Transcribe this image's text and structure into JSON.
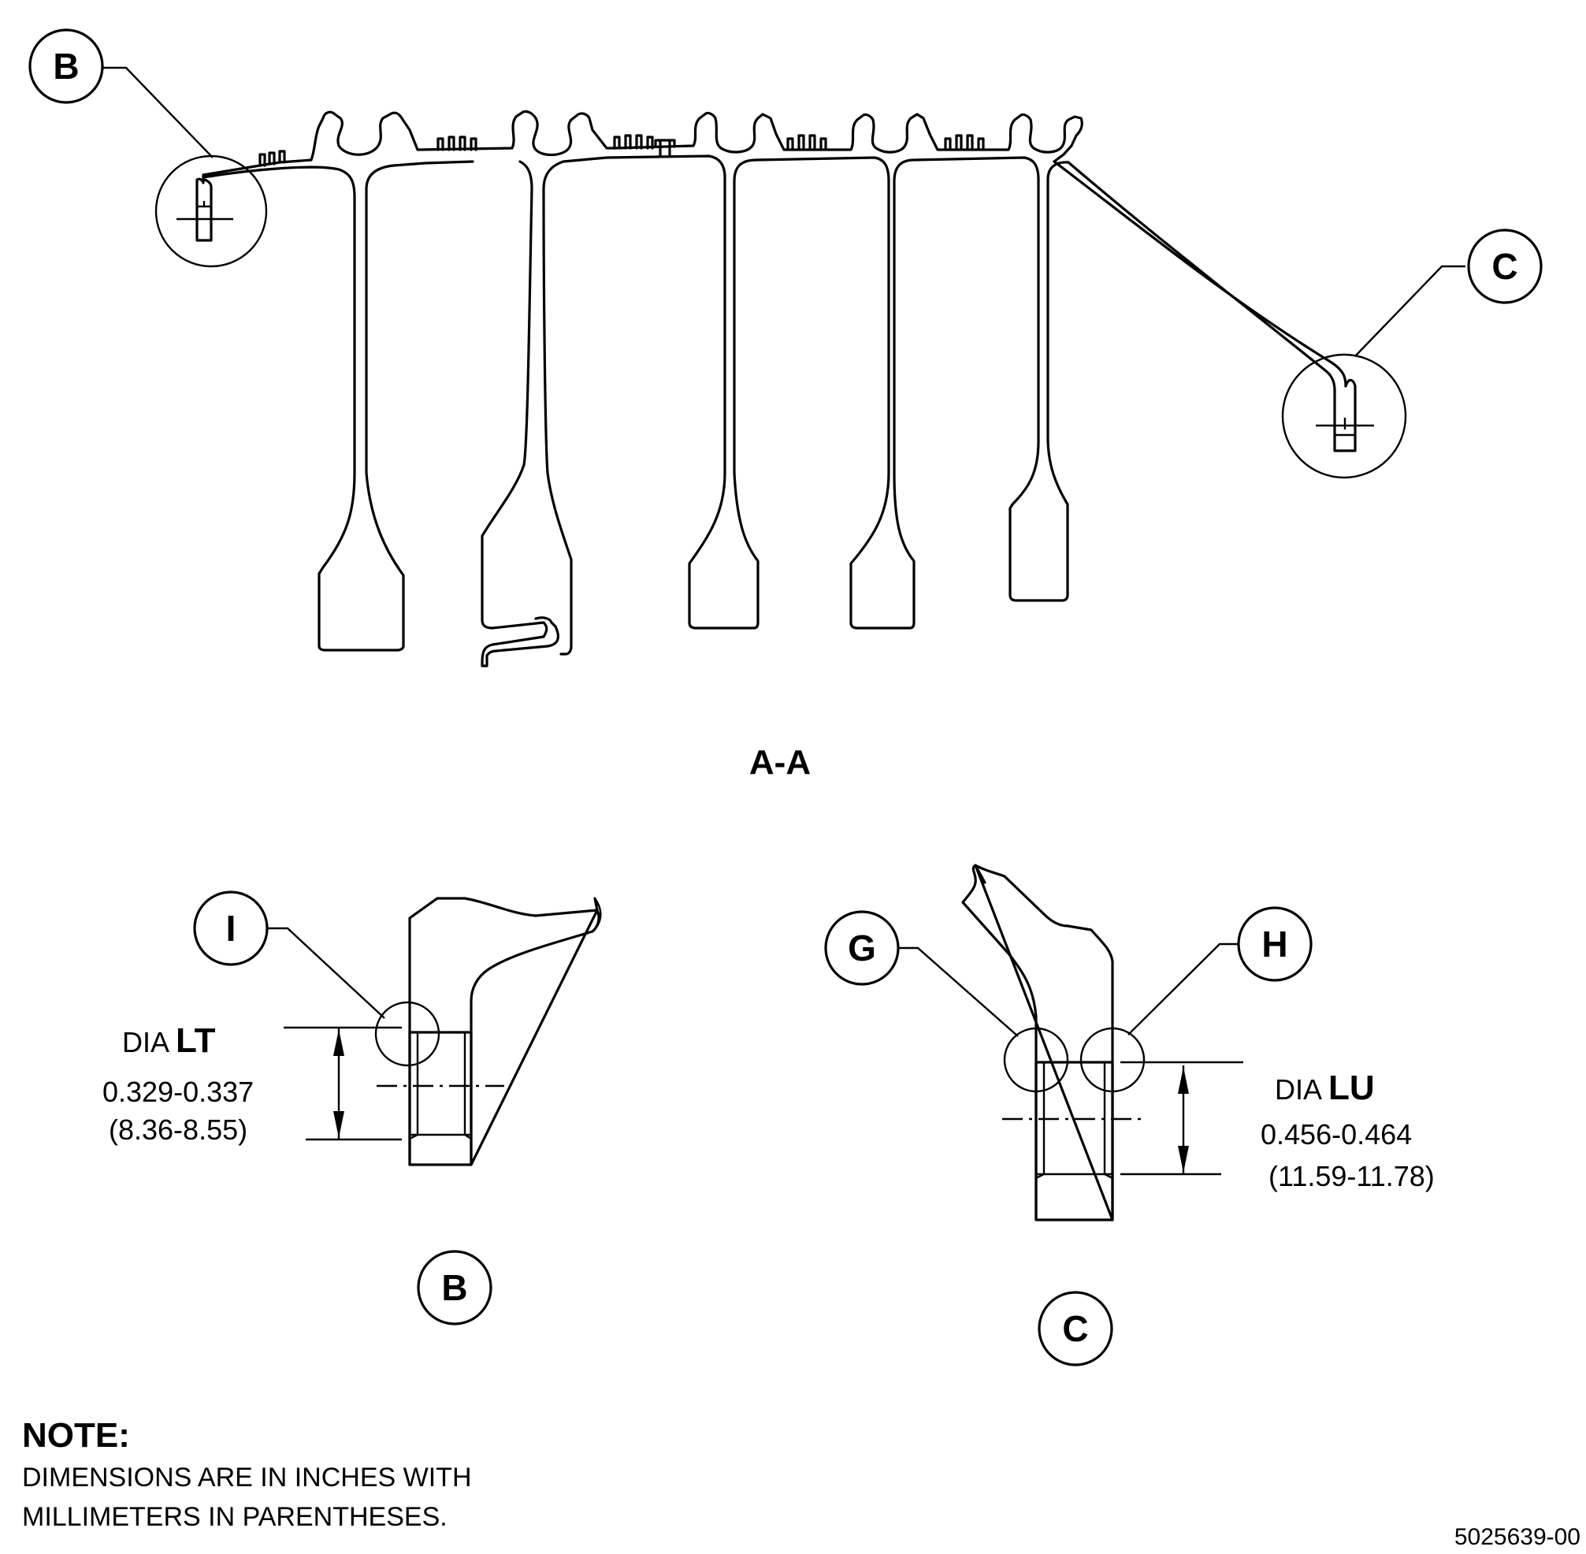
{
  "section_view": {
    "title": "A-A",
    "callouts": [
      "B",
      "C"
    ]
  },
  "detail_b": {
    "label": "B",
    "feature_callout": "I",
    "dim_prefix": "DIA",
    "dim_code": "LT",
    "dim_inch": "0.329-0.337",
    "dim_mm": "(8.36-8.55)"
  },
  "detail_c": {
    "label": "C",
    "feature_callouts": [
      "G",
      "H"
    ],
    "dim_prefix": "DIA",
    "dim_code": "LU",
    "dim_inch": "0.456-0.464",
    "dim_mm": "(11.59-11.78)"
  },
  "note": {
    "heading": "NOTE:",
    "lines": [
      "DIMENSIONS ARE IN INCHES WITH",
      "MILLIMETERS IN PARENTHESES."
    ]
  },
  "figure_number": "5025639-00"
}
